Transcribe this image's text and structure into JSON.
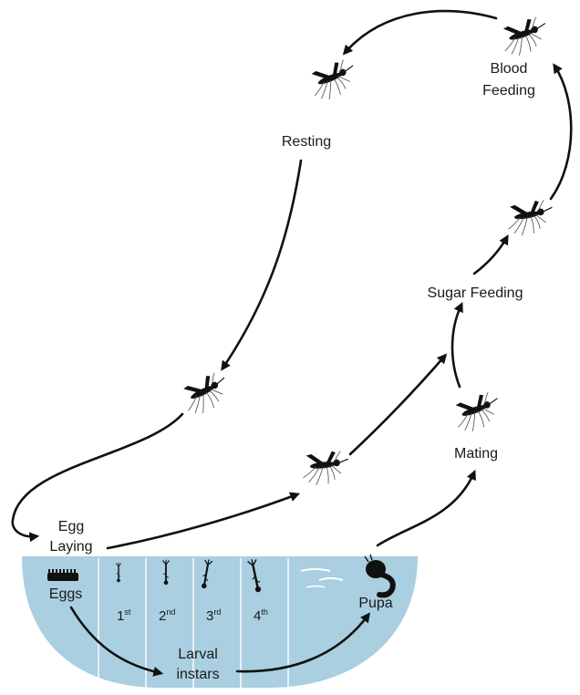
{
  "diagram": {
    "colors": {
      "water": "#a9cfe0",
      "ink": "#111111",
      "label": "#1a1a1a",
      "background": "#ffffff"
    },
    "labels": {
      "blood_feeding_line1": "Blood",
      "blood_feeding_line2": "Feeding",
      "resting": "Resting",
      "sugar_feeding": "Sugar Feeding",
      "mating": "Mating",
      "egg_laying_line1": "Egg",
      "egg_laying_line2": "Laying",
      "eggs": "Eggs",
      "pupa": "Pupa",
      "larval_line1": "Larval",
      "larval_line2": "instars"
    },
    "instars": [
      {
        "num": "1",
        "sup": "st"
      },
      {
        "num": "2",
        "sup": "nd"
      },
      {
        "num": "3",
        "sup": "rd"
      },
      {
        "num": "4",
        "sup": "th"
      }
    ],
    "icons": [
      "mosquito-icon",
      "larva-icon",
      "pupa-icon",
      "egg-raft-icon"
    ]
  }
}
